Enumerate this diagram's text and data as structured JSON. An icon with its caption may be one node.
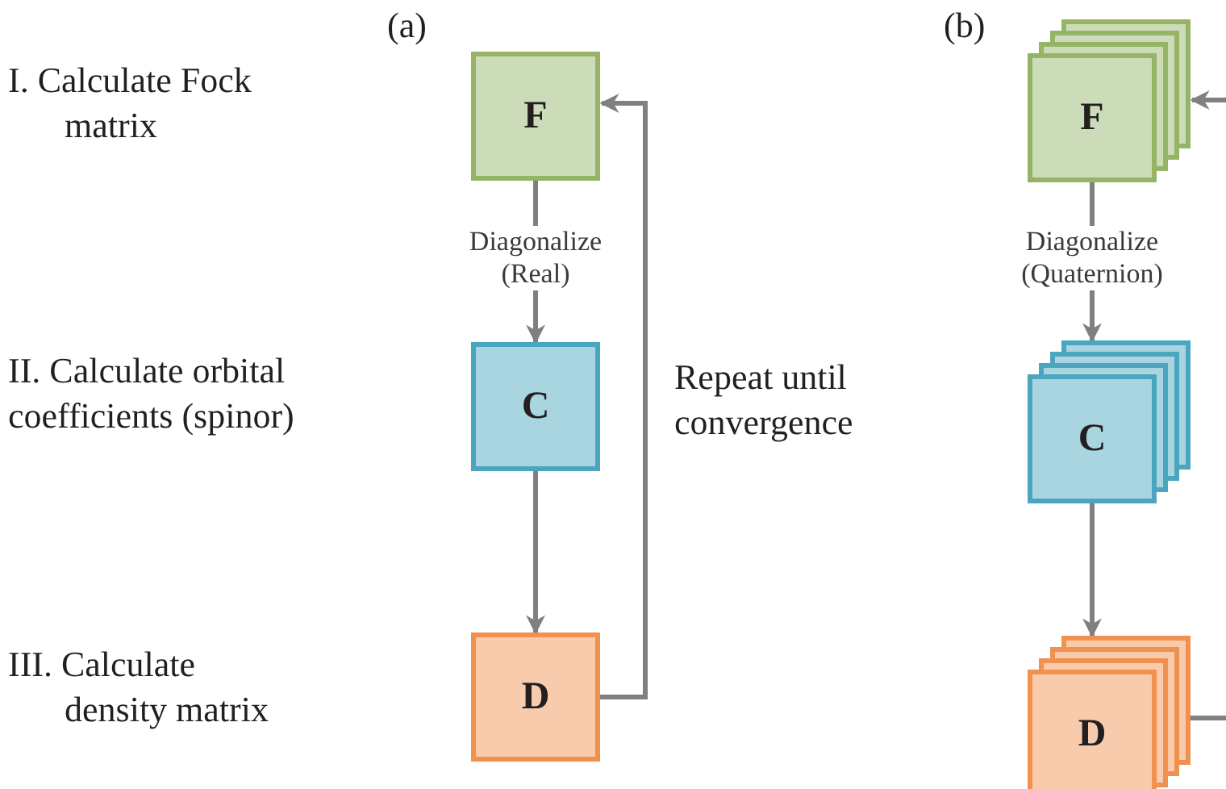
{
  "diagram": {
    "nodes": [
      {
        "text": [
          "F"
        ]
      },
      {
        "text": [
          "C"
        ]
      },
      {
        "text": [
          "D"
        ]
      },
      {
        "text": [
          "F"
        ]
      },
      {
        "text": [
          "C"
        ]
      },
      {
        "text": [
          "D"
        ]
      }
    ],
    "edges": [
      {
        "from": 0,
        "to": 1,
        "arrow": "to",
        "label": "Diagonalize (Real)"
      },
      {
        "from": 1,
        "to": 2,
        "arrow": "to"
      },
      {
        "from": 2,
        "to": 0,
        "arrow": "to"
      },
      {
        "from": 3,
        "to": 4,
        "arrow": "to",
        "label": "Diagonalize (Quaternion)"
      },
      {
        "from": 4,
        "to": 5,
        "arrow": "to"
      },
      {
        "from": null,
        "to": 3,
        "arrow": "to"
      },
      {
        "from": 5,
        "to": null,
        "arrow": "none"
      }
    ],
    "labels": [
      "(a)",
      "(b)",
      "I. Calculate Fock matrix",
      "II. Calculate orbital coefficients (spinor)",
      "Repeat until convergence",
      "III. Calculate density matrix"
    ]
  }
}
